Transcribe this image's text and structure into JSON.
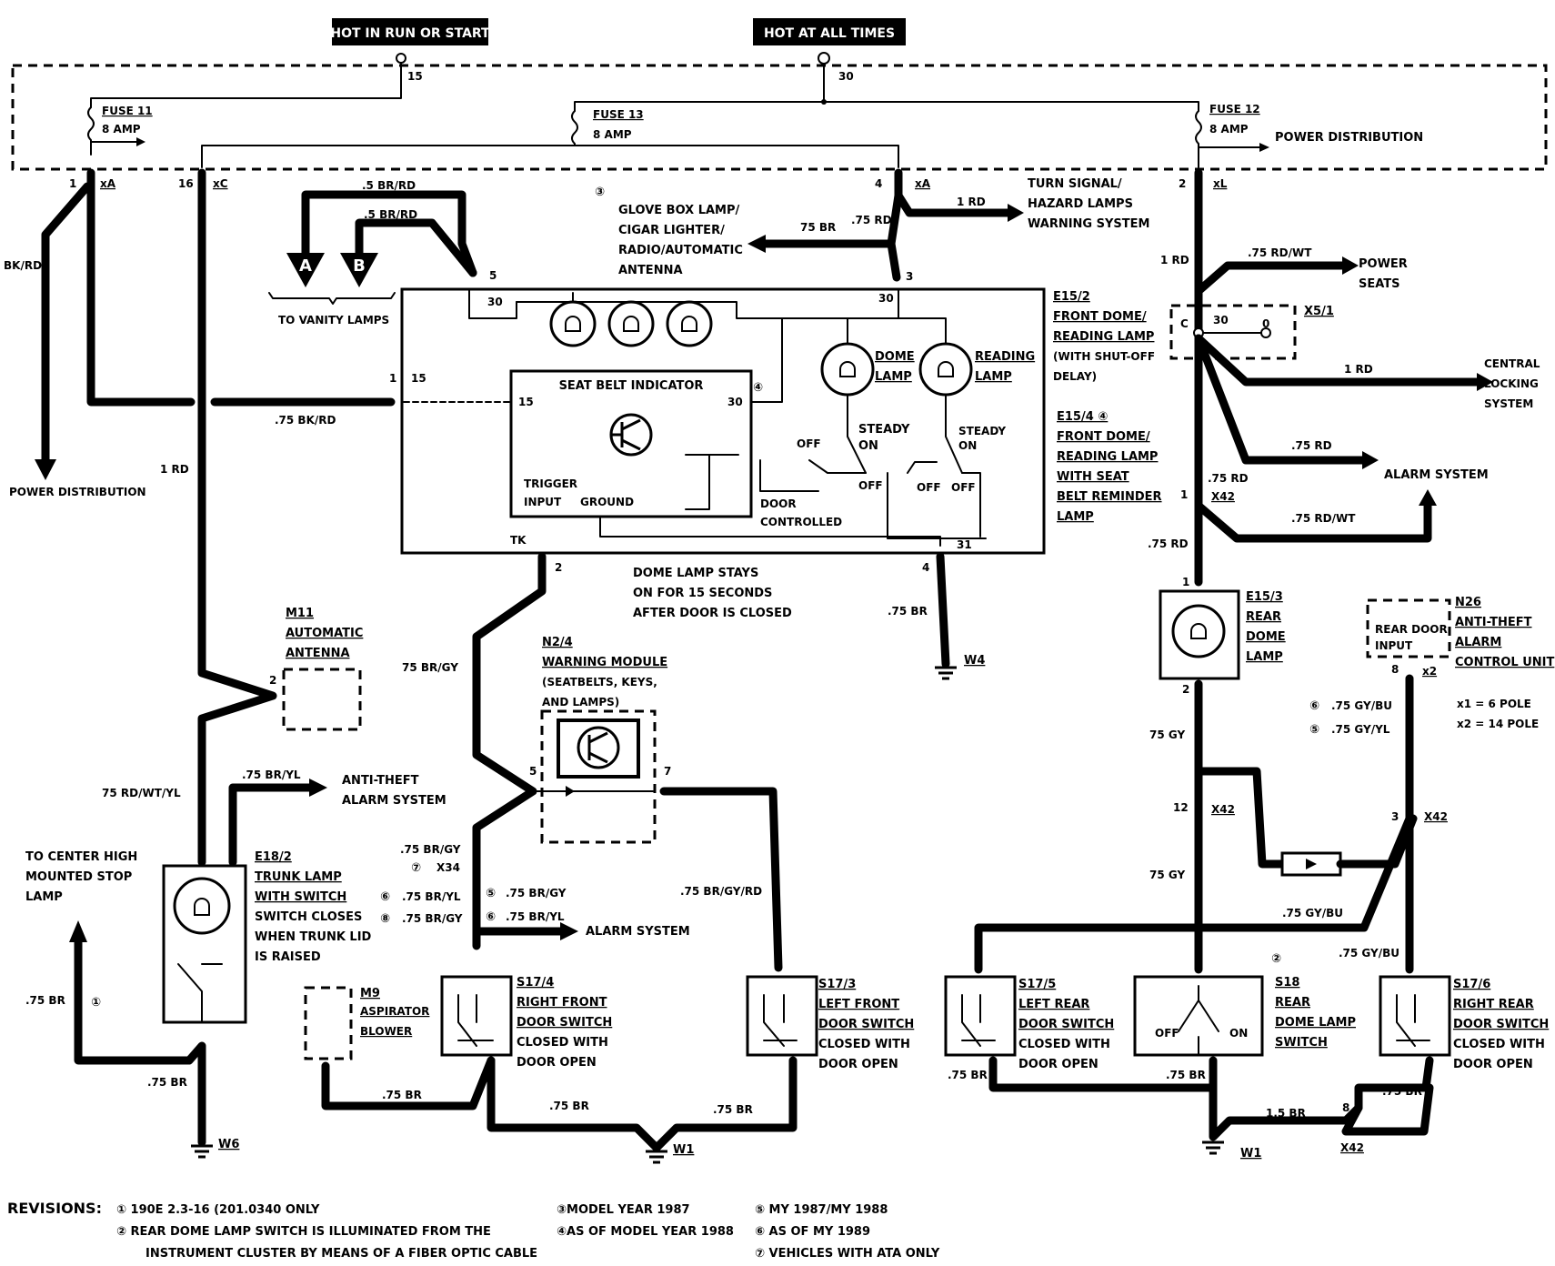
{
  "supply": {
    "hot_run_start": "HOT IN RUN OR START",
    "hot_all_times": "HOT AT ALL TIMES",
    "term_15": "15",
    "term_30": "30"
  },
  "fuses": {
    "fuse11": {
      "name": "FUSE 11",
      "rating": "8 AMP"
    },
    "fuse13": {
      "name": "FUSE 13",
      "rating": "8 AMP"
    },
    "fuse12": {
      "name": "FUSE 12",
      "rating": "8 AMP"
    },
    "power_distribution_top": "POWER DISTRIBUTION"
  },
  "connectors": {
    "xA1": {
      "pin": "1",
      "name": "xA"
    },
    "xC16": {
      "pin": "16",
      "name": "xC"
    },
    "xA4": {
      "pin": "4",
      "name": "xA"
    },
    "xL2": {
      "pin": "2",
      "name": "xL"
    }
  },
  "left": {
    "bk_rd": "BK/RD",
    "power_distribution": "POWER DISTRIBUTION",
    "rd_1": "1 RD",
    "bk_rd_75": ".75 BK/RD"
  },
  "vanity": {
    "wire1": ".5 BR/RD",
    "wire2": ".5 BR/RD",
    "A": "A",
    "B": "B",
    "caption": "TO VANITY LAMPS",
    "pin5": "5"
  },
  "glove": {
    "ref": "③",
    "text": [
      "GLOVE BOX LAMP/",
      "CIGAR LIGHTER/",
      "RADIO/AUTOMATIC",
      "ANTENNA"
    ],
    "wire": "75 BR",
    "rd_75": ".75 RD",
    "pin3": "3",
    "rd_1": "1 RD"
  },
  "turn": {
    "text": [
      "TURN SIGNAL/",
      "HAZARD LAMPS",
      "WARNING SYSTEM"
    ]
  },
  "module": {
    "seat_belt": "SEAT BELT INDICATOR",
    "t15": "15",
    "t30": "30",
    "ref4": "④",
    "trigger": [
      "TRIGGER",
      "INPUT"
    ],
    "ground": "GROUND",
    "door_controlled": [
      "DOOR",
      "CONTROLLED"
    ],
    "dome": [
      "DOME",
      "LAMP"
    ],
    "reading": [
      "READING",
      "LAMP"
    ],
    "steady_on1": [
      "STEADY",
      "ON"
    ],
    "steady_on2": [
      "STEADY",
      "ON"
    ],
    "off1": "OFF",
    "off2": "OFF",
    "off3": "OFF",
    "off4": "OFF",
    "pin30_top": "30",
    "pin30_left": "30",
    "pin1": "1",
    "pin15": "15",
    "tk": "TK",
    "t31": "31"
  },
  "e15_2": {
    "code": "E15/2",
    "text": [
      "FRONT DOME/",
      "READING LAMP",
      "(WITH SHUT-OFF",
      "DELAY)"
    ]
  },
  "e15_4": {
    "code": "E15/4 ④",
    "text": [
      "FRONT DOME/",
      "READING LAMP",
      "WITH SEAT",
      "BELT REMINDER",
      "LAMP"
    ]
  },
  "dome_stays": [
    "DOME LAMP STAYS",
    "ON FOR 15 SECONDS",
    "AFTER DOOR IS CLOSED"
  ],
  "w4": {
    "pin": "4",
    "wire": ".75 BR",
    "name": "W4"
  },
  "antenna": {
    "code": "M11",
    "text": [
      "AUTOMATIC",
      "ANTENNA"
    ],
    "pin": "2"
  },
  "warning_module": {
    "code": "N2/4",
    "text": [
      "WARNING MODULE",
      "(SEATBELTS, KEYS,",
      "AND LAMPS)"
    ],
    "pin5": "5",
    "pin7": "7"
  },
  "wires_center": {
    "br_gy_75": "75 BR/GY",
    "br_gy_75b": ".75 BR/GY",
    "x34": "X34",
    "ref7": "⑦",
    "ref6a": "⑥",
    "br_yl_a": ".75 BR/YL",
    "ref8": "⑧",
    "br_gy_c": ".75 BR/GY",
    "ref5b": "⑤",
    "br_gy_d": ".75 BR/GY",
    "ref6b": "⑥",
    "br_yl_b": ".75 BR/YL",
    "alarm_system": "ALARM SYSTEM",
    "br_gy_rd": ".75 BR/GY/RD",
    "pin2": "2"
  },
  "trunk": {
    "rd_wt_yl": "75 RD/WT/YL",
    "br_yl": ".75 BR/YL",
    "anti_theft": [
      "ANTI-THEFT",
      "ALARM SYSTEM"
    ],
    "code": "E18/2",
    "text": [
      "TRUNK LAMP",
      "WITH SWITCH",
      "SWITCH CLOSES",
      "WHEN TRUNK LID",
      "IS RAISED"
    ],
    "to_center": [
      "TO CENTER HIGH",
      "MOUNTED STOP",
      "LAMP"
    ],
    "br_75": ".75 BR",
    "ref1": "①",
    "br_75b": ".75 BR",
    "w6": "W6"
  },
  "m9": {
    "code": "M9",
    "text": [
      "ASPIRATOR",
      "BLOWER"
    ],
    "wire": ".75 BR"
  },
  "s17_4": {
    "code": "S17/4",
    "text": [
      "RIGHT FRONT",
      "DOOR SWITCH",
      "CLOSED WITH",
      "DOOR OPEN"
    ]
  },
  "s17_3": {
    "code": "S17/3",
    "text": [
      "LEFT FRONT",
      "DOOR SWITCH",
      "CLOSED WITH",
      "DOOR OPEN"
    ]
  },
  "ground_center": {
    "br_a": ".75 BR",
    "br_b": ".75 BR",
    "w1": "W1"
  },
  "right": {
    "rd_1": "1 RD",
    "rd_wt": ".75 RD/WT",
    "power_seats": [
      "POWER",
      "SEATS"
    ],
    "x5_1": "X5/1",
    "c": "C",
    "t30": "30",
    "t0": "0",
    "rd_1b": "1 RD",
    "central_locking": [
      "CENTRAL",
      "LOCKING",
      "SYSTEM"
    ],
    "rd_75": ".75 RD",
    "alarm": "ALARM SYSTEM",
    "rd_75b": ".75 RD",
    "x42_1": "X42",
    "pin1": "1",
    "rd_wt2": ".75 RD/WT",
    "rd_75c": ".75 RD"
  },
  "e15_3": {
    "code": "E15/3",
    "text": [
      "REAR",
      "DOME",
      "LAMP"
    ],
    "pin1": "1",
    "pin2": "2"
  },
  "n26": {
    "code": "N26",
    "text": [
      "ANTI-THEFT",
      "ALARM",
      "CONTROL UNIT"
    ],
    "input": [
      "REAR DOOR",
      "INPUT"
    ],
    "pin": "8",
    "x2": "x2",
    "x1_def": "x1 = 6 POLE",
    "x2_def": "x2 = 14 POLE",
    "ref6": "⑥",
    "gy_bu": ".75 GY/BU",
    "ref5": "⑤",
    "gy_yl": ".75 GY/YL"
  },
  "rear_wires": {
    "gy_75": "75 GY",
    "x42_12": "X42",
    "pin12": "12",
    "gy_75b": "75 GY",
    "x42_3": "X42",
    "pin3": "3",
    "gy_bu_a": ".75 GY/BU",
    "gy_bu_b": ".75 GY/BU",
    "br_a": ".75 BR",
    "br_b": ".75 BR",
    "br_c": ".75 BR",
    "br_15": "1.5 BR",
    "pin8": "8",
    "x42_b": "X42",
    "w1": "W1"
  },
  "s17_5": {
    "code": "S17/5",
    "text": [
      "LEFT REAR",
      "DOOR SWITCH",
      "CLOSED WITH",
      "DOOR OPEN"
    ]
  },
  "s18": {
    "code": "S18",
    "ref": "②",
    "text": [
      "REAR",
      "DOME LAMP",
      "SWITCH"
    ],
    "off": "OFF",
    "on": "ON"
  },
  "s17_6": {
    "code": "S17/6",
    "text": [
      "RIGHT REAR",
      "DOOR SWITCH",
      "CLOSED WITH",
      "DOOR OPEN"
    ]
  },
  "revisions": {
    "title": "REVISIONS:",
    "r1": "① 190E 2.3-16 (201.0340 ONLY",
    "r2a": "② REAR DOME LAMP SWITCH IS ILLUMINATED FROM THE",
    "r2b": "INSTRUMENT CLUSTER BY MEANS OF A FIBER OPTIC CABLE",
    "r3": "③MODEL YEAR 1987",
    "r4": "④AS OF MODEL YEAR 1988",
    "r5": "⑤ MY 1987/MY 1988",
    "r6": "⑥ AS OF MY 1989",
    "r7": "⑦ VEHICLES WITH ATA ONLY"
  }
}
